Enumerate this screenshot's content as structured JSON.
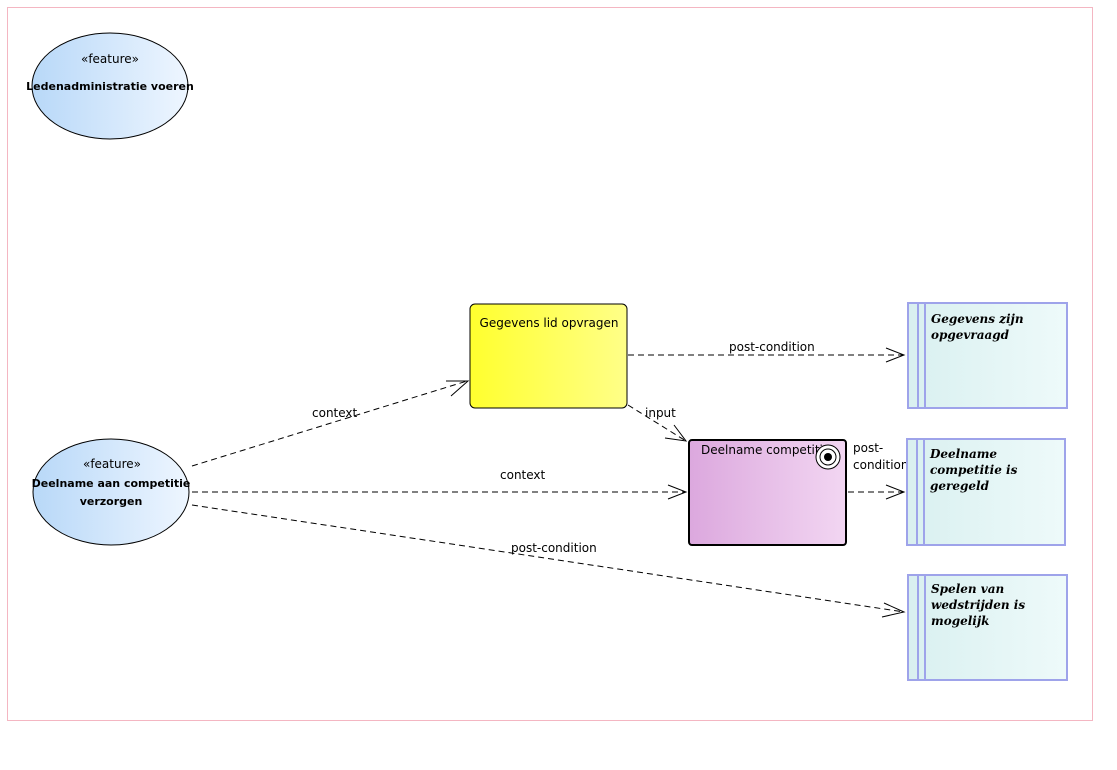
{
  "colors": {
    "frame": "#f4b6c2",
    "usecase_fill_a": "#b8d8f8",
    "usecase_fill_b": "#e8f3ff",
    "process_fill_a": "#ffff33",
    "process_fill_b": "#ffff99",
    "event_fill_a": "#dba6dd",
    "event_fill_b": "#f1d3f1",
    "note_border": "#9ea3ea",
    "note_fill_a": "#dff3f3",
    "note_fill_b": "#ecf9f9",
    "line": "#000000"
  },
  "usecases": {
    "ledenadministratie": {
      "stereotype": "«feature»",
      "name": "Ledenadministratie voeren"
    },
    "deelname": {
      "stereotype": "«feature»",
      "name_line1": "Deelname aan competitie",
      "name_line2": "verzorgen"
    }
  },
  "process": {
    "title": "Gegevens lid opvragen"
  },
  "event": {
    "title": "Deelname competitie",
    "icon": "target-icon"
  },
  "notes": {
    "gegevens": {
      "line1": "Gegevens zijn",
      "line2": "opgevraagd"
    },
    "competitie": {
      "line1": "Deelname",
      "line2": "competitie is",
      "line3": "geregeld"
    },
    "spelen": {
      "line1": "Spelen van",
      "line2": "wedstrijden is",
      "line3": "mogelijk"
    }
  },
  "connectors": {
    "context_process": "context",
    "context_event": "context",
    "post_deelname": "post-condition",
    "post_gegevens": "post-condition",
    "input": "input",
    "post_event_line1": "post-",
    "post_event_line2": "condition"
  }
}
